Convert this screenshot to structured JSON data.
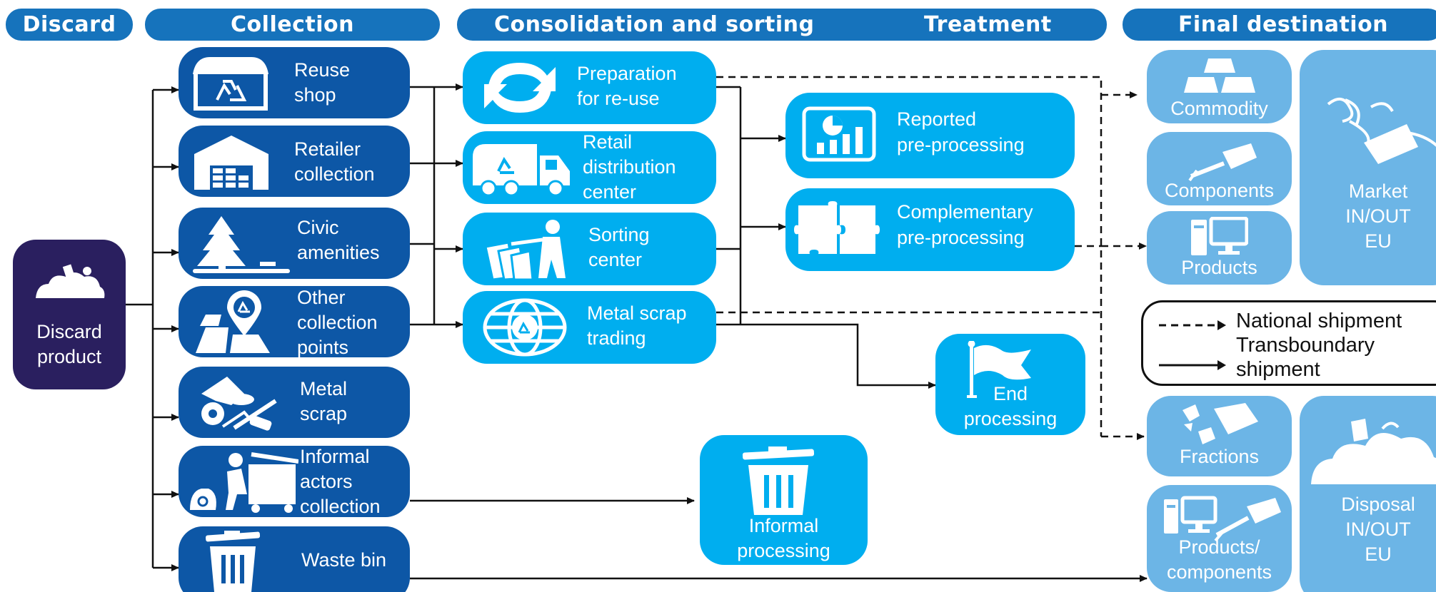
{
  "headers": {
    "discard": "Discard",
    "collection": "Collection",
    "consolidation": "Consolidation and sorting",
    "treatment": "Treatment",
    "final": "Final destination"
  },
  "discard_box": {
    "line1": "Discard",
    "line2": "product",
    "icon": "waste-pile-icon"
  },
  "collection": [
    {
      "line1": "Reuse",
      "line2": "shop",
      "line3": "",
      "icon": "shop-icon"
    },
    {
      "line1": "Retailer",
      "line2": "collection",
      "line3": "",
      "icon": "warehouse-icon"
    },
    {
      "line1": "Civic",
      "line2": "amenities",
      "line3": "",
      "icon": "tree-icon"
    },
    {
      "line1": "Other",
      "line2": "collection",
      "line3": "points",
      "icon": "map-pin-icon"
    },
    {
      "line1": "Metal",
      "line2": "scrap",
      "line3": "",
      "icon": "scrap-icon"
    },
    {
      "line1": "Informal",
      "line2": "actors",
      "line3": "collection",
      "icon": "cart-icon"
    },
    {
      "line1": "Waste bin",
      "line2": "",
      "line3": "",
      "icon": "trash-bin-icon"
    }
  ],
  "consolidation": [
    {
      "line1": "Preparation",
      "line2": "for re-use",
      "line3": "",
      "icon": "recycle-arrows-icon"
    },
    {
      "line1": "Retail",
      "line2": "distribution",
      "line3": "center",
      "icon": "truck-icon"
    },
    {
      "line1": "Sorting",
      "line2": "center",
      "line3": "",
      "icon": "sorting-icon"
    },
    {
      "line1": "Metal scrap",
      "line2": "trading",
      "line3": "",
      "icon": "globe-icon"
    }
  ],
  "treatment": [
    {
      "line1": "Reported",
      "line2": "pre-processing",
      "icon": "chart-icon"
    },
    {
      "line1": "Complementary",
      "line2": "pre-processing",
      "icon": "puzzle-icon"
    }
  ],
  "end_processing": {
    "line1": "End",
    "line2": "processing",
    "icon": "flag-icon"
  },
  "informal_processing": {
    "line1": "Informal",
    "line2": "processing",
    "icon": "trash-bin-icon"
  },
  "final": {
    "commodity": "Commodity",
    "components": "Components",
    "products": "Products",
    "market": {
      "line1": "Market",
      "line2": "IN/OUT",
      "line3": "EU"
    },
    "fractions": "Fractions",
    "products_components": {
      "line1": "Products/",
      "line2": "components"
    },
    "disposal": {
      "line1": "Disposal",
      "line2": "IN/OUT",
      "line3": "EU"
    }
  },
  "legend": {
    "national": "National shipment",
    "transboundary_line1": "Transboundary",
    "transboundary_line2": "shipment"
  },
  "colors": {
    "header": "#1673bc",
    "collection_box": "#0d57a6",
    "process_box": "#00aeef",
    "destination_box": "#6cb5e6",
    "discard_box": "#2a1f5f"
  }
}
